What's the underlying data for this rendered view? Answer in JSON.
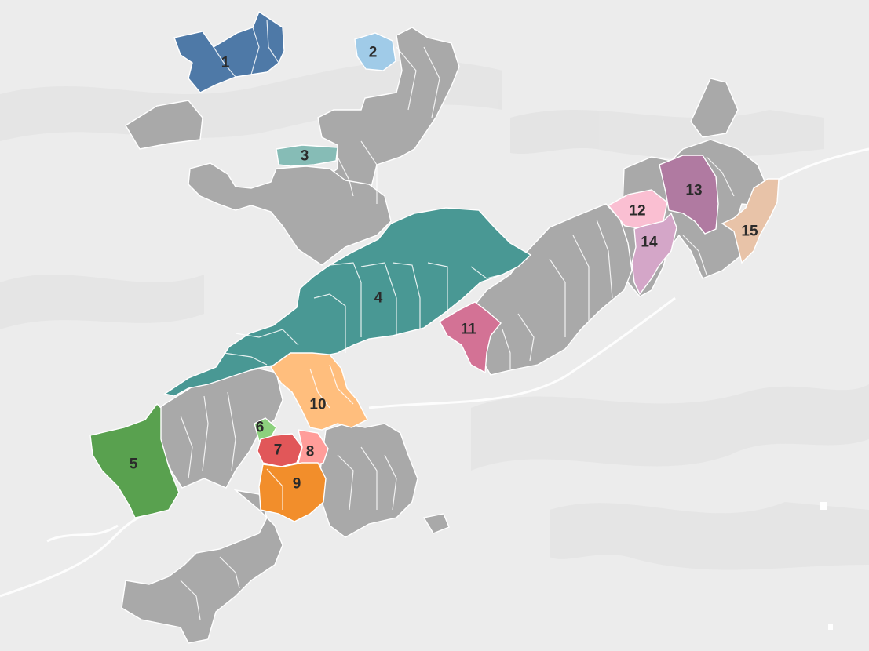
{
  "map": {
    "colors": {
      "background": "#ececec",
      "terrain": "#e2e2e2",
      "road": "#ffffff",
      "unselected": "#a9a9a9",
      "border": "#ffffff"
    },
    "regions": [
      {
        "id": "1",
        "label": "1",
        "color": "#4e79a7"
      },
      {
        "id": "2",
        "label": "2",
        "color": "#a0cbe8"
      },
      {
        "id": "3",
        "label": "3",
        "color": "#86bcb6"
      },
      {
        "id": "4",
        "label": "4",
        "color": "#499894"
      },
      {
        "id": "5",
        "label": "5",
        "color": "#59a14f"
      },
      {
        "id": "6",
        "label": "6",
        "color": "#8cd17d"
      },
      {
        "id": "7",
        "label": "7",
        "color": "#e15759"
      },
      {
        "id": "8",
        "label": "8",
        "color": "#ff9d9a"
      },
      {
        "id": "9",
        "label": "9",
        "color": "#f28e2b"
      },
      {
        "id": "10",
        "label": "10",
        "color": "#ffbe7d"
      },
      {
        "id": "11",
        "label": "11",
        "color": "#d37295"
      },
      {
        "id": "12",
        "label": "12",
        "color": "#fabfd2"
      },
      {
        "id": "13",
        "label": "13",
        "color": "#b07aa1"
      },
      {
        "id": "14",
        "label": "14",
        "color": "#d4a6c8"
      },
      {
        "id": "15",
        "label": "15",
        "color": "#e8c3a8"
      }
    ]
  }
}
